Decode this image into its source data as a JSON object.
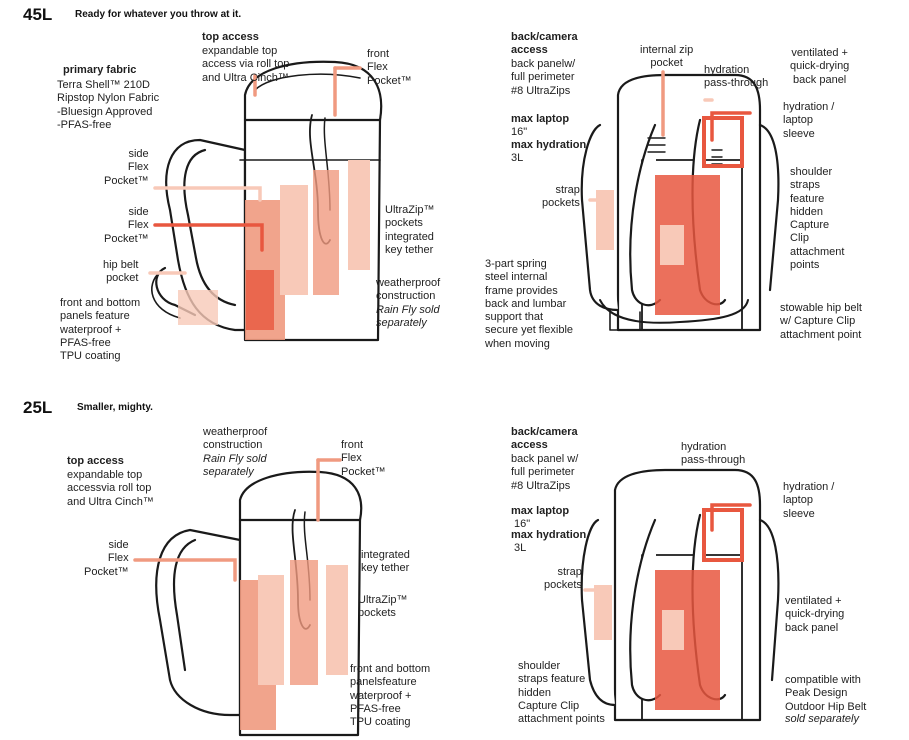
{
  "sections": {
    "s45": {
      "size": "45L",
      "tagline": "Ready for whatever you throw at it."
    },
    "s25": {
      "size": "25L",
      "tagline": "Smaller, mighty."
    }
  },
  "labels45_front": {
    "primary_fabric_title": "primary fabric",
    "primary_fabric_body": "Terra Shell™ 210D\nRipstop Nylon Fabric\n-Bluesign Approved\n-PFAS-free",
    "top_access_title": "top access",
    "top_access_body": "expandable top\naccess via roll top\nand Ultra Cinch™",
    "front_flex": "front\nFlex\nPocket™",
    "side_flex_1": "side\nFlex\nPocket™",
    "side_flex_2": "side\nFlex\nPocket™",
    "hip_belt": "hip belt\npocket",
    "front_bottom": "front and bottom\npanels feature\nwaterproof +\nPFAS-free\nTPU coating",
    "ultrazip": "UltraZip™\npockets\nintegrated\nkey tether",
    "weather_plain": "weatherproof\nconstruction",
    "weather_italic": "Rain Fly sold\nseparately"
  },
  "labels45_back": {
    "back_title": "back/camera\naccess",
    "back_body": "back panelw/\nfull perimeter\n#8 UltraZips",
    "laptop_title": "max laptop",
    "laptop_value": "16\"",
    "hydration_title": "max hydration",
    "hydration_value": "3L",
    "internal_zip": "internal zip\npocket",
    "hydration_pass": "hydration\npass-through",
    "ventilated": "ventilated +\nquick-drying\nback panel",
    "hydration_sleeve": "hydration /\nlaptop\nsleeve",
    "shoulder": "shoulder\nstraps\nfeature\nhidden\nCapture\nClip\nattachment\npoints",
    "strap_pockets": "strap\npockets",
    "frame": "3-part spring\nsteel internal\nframe provides\nback and lumbar\nsupport that\nsecure yet flexible\nwhen moving",
    "stowable": "stowable hip belt\nw/ Capture Clip\nattachment point"
  },
  "labels25_front": {
    "top_access_title": "top access",
    "top_access_body": "expandable top\naccessvia roll top\nand Ultra Cinch™",
    "weather_plain": "weatherproof\nconstruction",
    "weather_italic": "Rain Fly sold\nseparately",
    "front_flex": "front\nFlex\nPocket™",
    "side_flex": "side\nFlex\nPocket™",
    "key_tether": "integrated\nkey tether",
    "ultrazip": "UltraZip™\npockets",
    "front_bottom": "front and bottom\npanelsfeature\nwaterproof +\nPFAS-free\nTPU coating"
  },
  "labels25_back": {
    "back_title": "back/camera\naccess",
    "back_body": "back panel w/\nfull perimeter\n#8 UltraZips",
    "laptop_title": "max laptop",
    "laptop_value": "16\"",
    "hydration_title": "max hydration",
    "hydration_value": "3L",
    "hydration_pass": "hydration\npass-through",
    "hydration_sleeve": "hydration /\nlaptop\nsleeve",
    "strap_pockets": "strap\npockets",
    "ventilated": "ventilated +\nquick-drying\nback panel",
    "shoulder": "shoulder\nstraps feature\nhidden\nCapture Clip\nattachment points",
    "hipbelt_plain": "compatible with\nPeak Design\nOutdoor Hip Belt",
    "hipbelt_italic": "sold separately"
  },
  "colors": {
    "outline": "#1a1a1a",
    "light": "#f8c9b8",
    "mid": "#f09a80",
    "strong": "#e8573f"
  }
}
